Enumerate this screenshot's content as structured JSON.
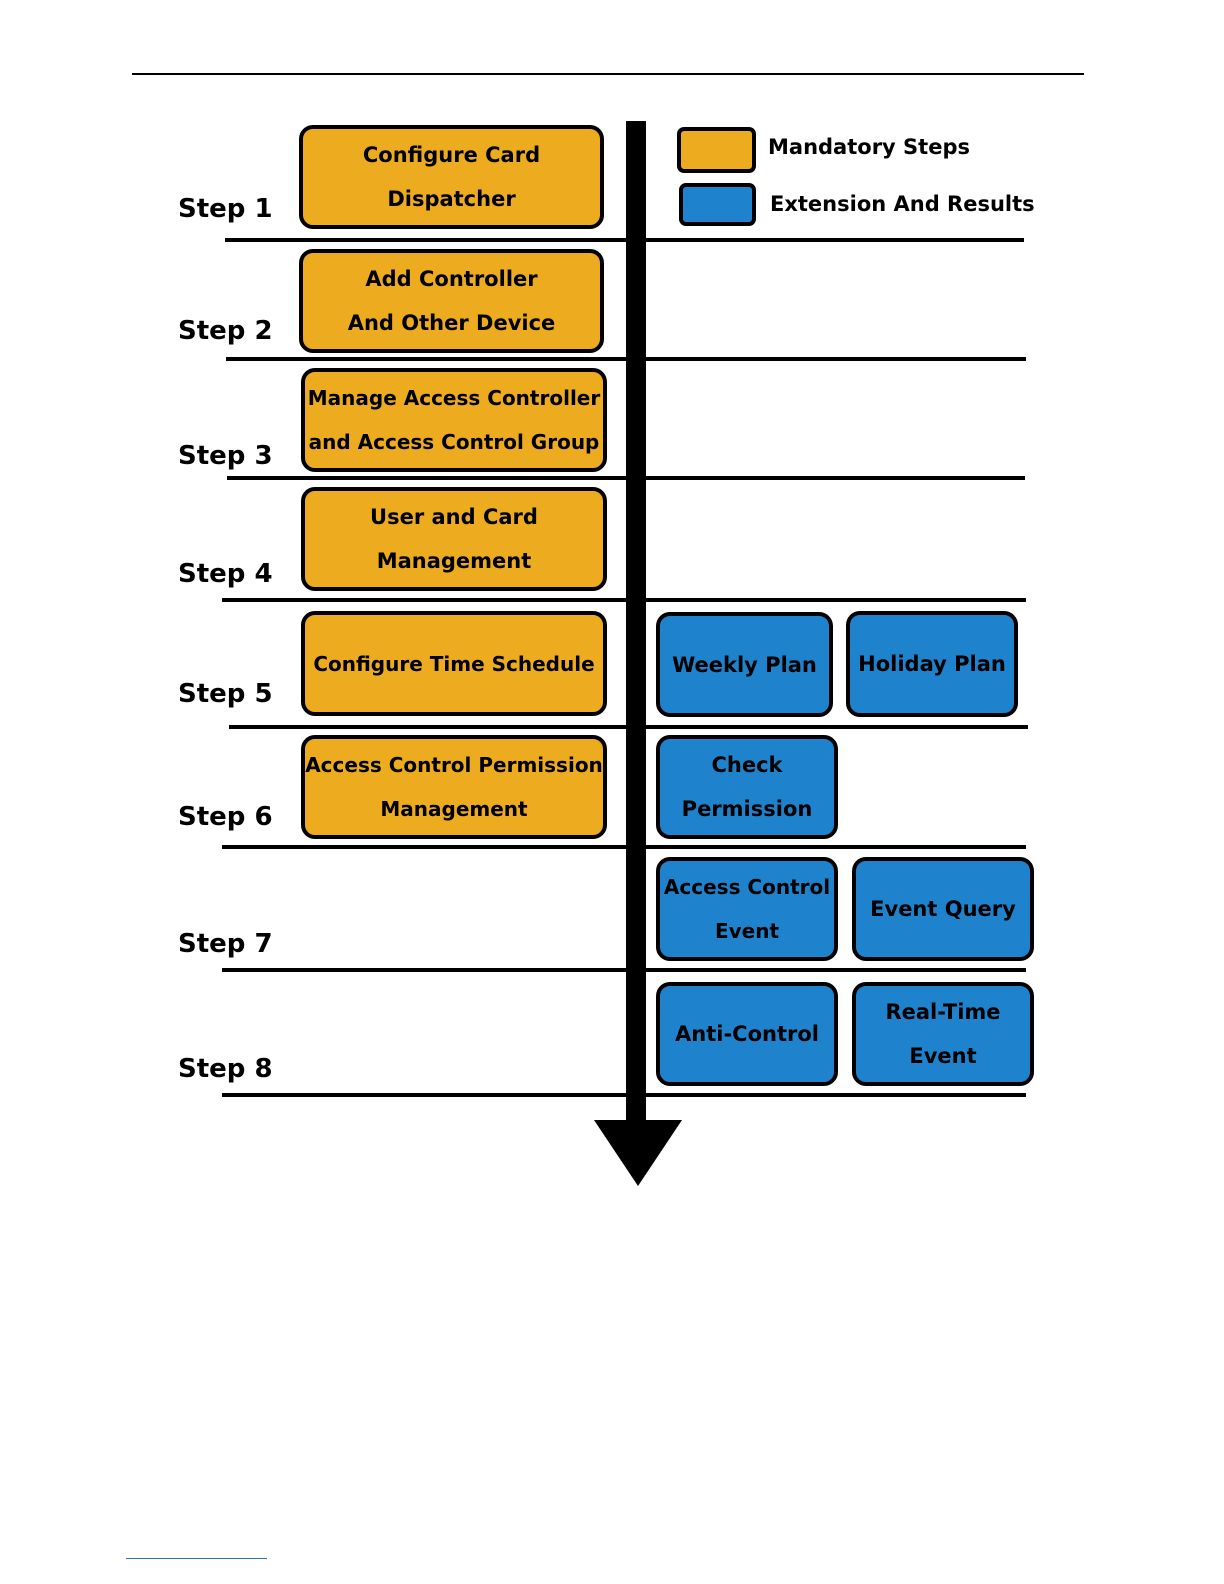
{
  "colors": {
    "mandatory": "#edac1f",
    "extension": "#1e82cd",
    "line": "#000000"
  },
  "legend": {
    "mandatory_label": "Mandatory Steps",
    "extension_label": "Extension And Results"
  },
  "steps": [
    {
      "label": "Step 1"
    },
    {
      "label": "Step 2"
    },
    {
      "label": "Step 3"
    },
    {
      "label": "Step 4"
    },
    {
      "label": "Step 5"
    },
    {
      "label": "Step 6"
    },
    {
      "label": "Step 7"
    },
    {
      "label": "Step 8"
    }
  ],
  "mandatory_boxes": [
    {
      "line1": "Configure Card",
      "line2": "Dispatcher"
    },
    {
      "line1": "Add Controller",
      "line2": "And Other Device"
    },
    {
      "line1": "Manage Access Controller",
      "line2": "and Access Control Group"
    },
    {
      "line1": "User and Card",
      "line2": "Management"
    },
    {
      "line1": "Configure Time Schedule"
    },
    {
      "line1": "Access Control Permission",
      "line2": "Management"
    }
  ],
  "extension_boxes": {
    "step5": [
      {
        "line1": "Weekly Plan"
      },
      {
        "line1": "Holiday Plan"
      }
    ],
    "step6": [
      {
        "line1": "Check",
        "line2": "Permission"
      }
    ],
    "step7": [
      {
        "line1": "Access Control",
        "line2": "Event"
      },
      {
        "line1": "Event Query"
      }
    ],
    "step8": [
      {
        "line1": "Anti-Control"
      },
      {
        "line1": "Real-Time",
        "line2": "Event"
      }
    ]
  }
}
